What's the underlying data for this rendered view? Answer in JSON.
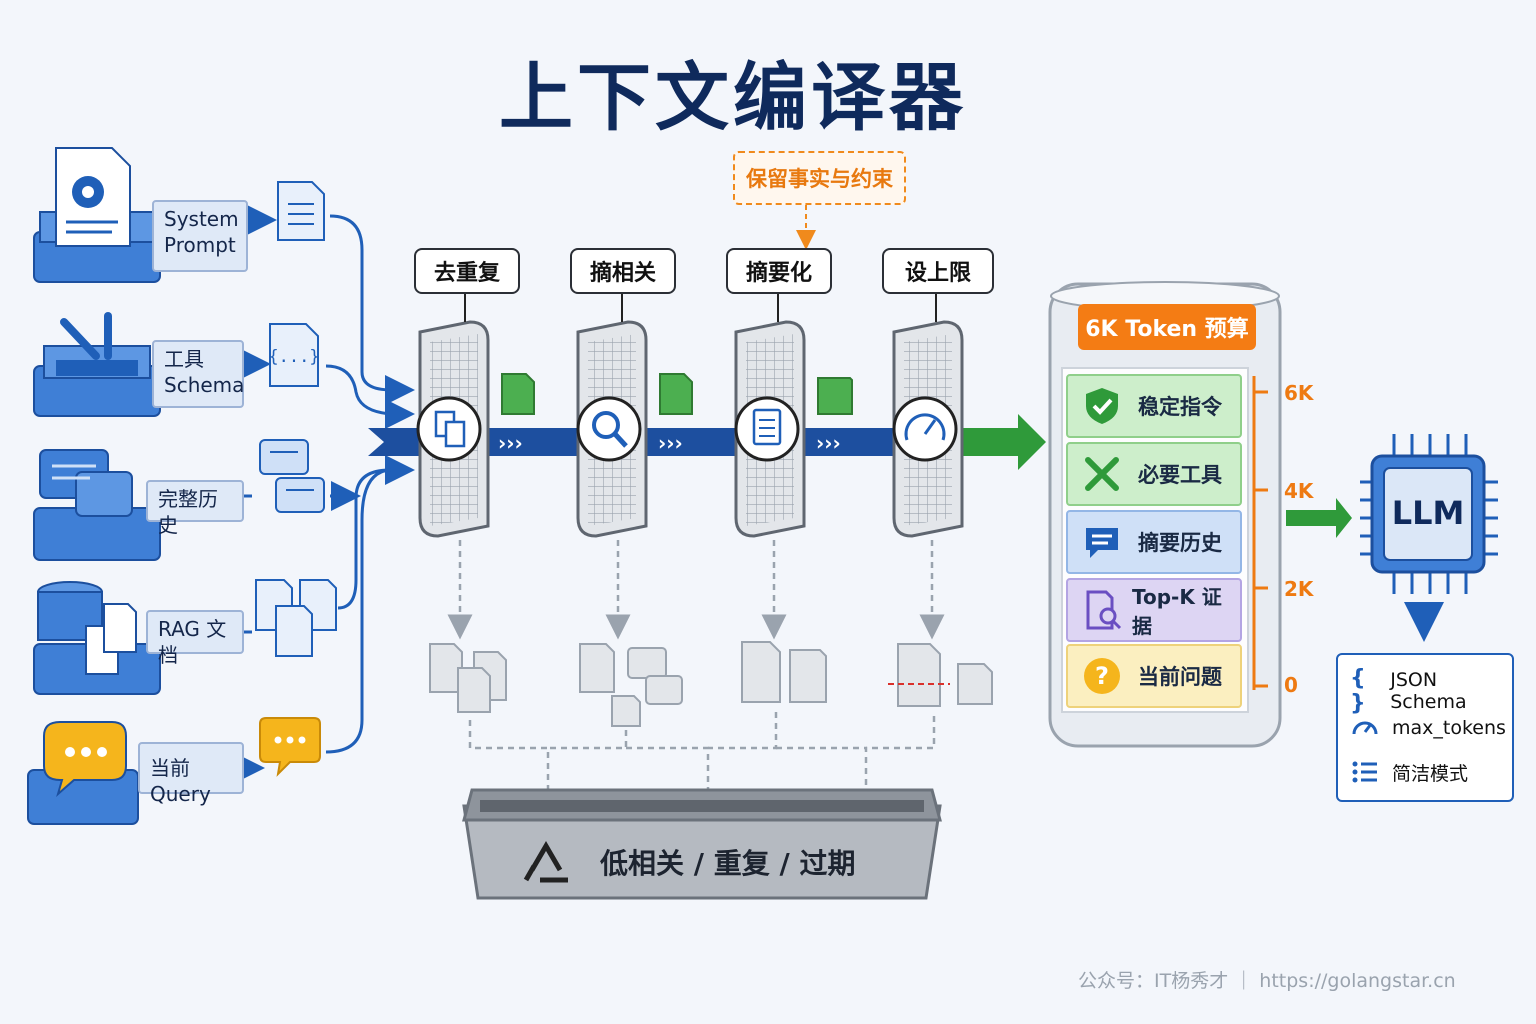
{
  "title": "上下文编译器",
  "sources": [
    {
      "label_line1": "System",
      "label_line2": "Prompt"
    },
    {
      "label_line1": "工具",
      "label_line2": "Schema"
    },
    {
      "label_line1": "完整历史",
      "label_line2": ""
    },
    {
      "label_line1": "RAG 文档",
      "label_line2": ""
    },
    {
      "label_line1": "当前 Query",
      "label_line2": ""
    }
  ],
  "stages": [
    "去重复",
    "摘相关",
    "摘要化",
    "设上限"
  ],
  "preserve_note": "保留事实与约束",
  "budget": {
    "title": "6K Token 预算",
    "blocks": [
      {
        "label": "稳定指令",
        "icon": "shield-check-icon",
        "color": "#cdeecb"
      },
      {
        "label": "必要工具",
        "icon": "tools-icon",
        "color": "#cdeecb"
      },
      {
        "label": "摘要历史",
        "icon": "chat-icon",
        "color": "#cfe0f7"
      },
      {
        "label": "Top-K 证据",
        "icon": "search-doc-icon",
        "color": "#ddd5f3"
      },
      {
        "label": "当前问题",
        "icon": "question-icon",
        "color": "#fbefc0"
      }
    ],
    "scale": [
      "6K",
      "4K",
      "2K",
      "0"
    ]
  },
  "llm": "LLM",
  "outputs": [
    {
      "icon": "braces-icon",
      "glyph": "{ }",
      "label": "JSON Schema"
    },
    {
      "icon": "gauge-icon",
      "glyph": "",
      "label": "max_tokens"
    },
    {
      "icon": "list-icon",
      "glyph": "",
      "label": "简洁模式"
    }
  ],
  "bin_label": "低相关 / 重复 / 过期",
  "footer": "公众号：IT杨秀才 ｜ https://golangstar.cn",
  "colors": {
    "primary": "#1f5fb8",
    "green": "#2f9a3a",
    "orange": "#f47c14",
    "navy": "#0f2a5c"
  }
}
